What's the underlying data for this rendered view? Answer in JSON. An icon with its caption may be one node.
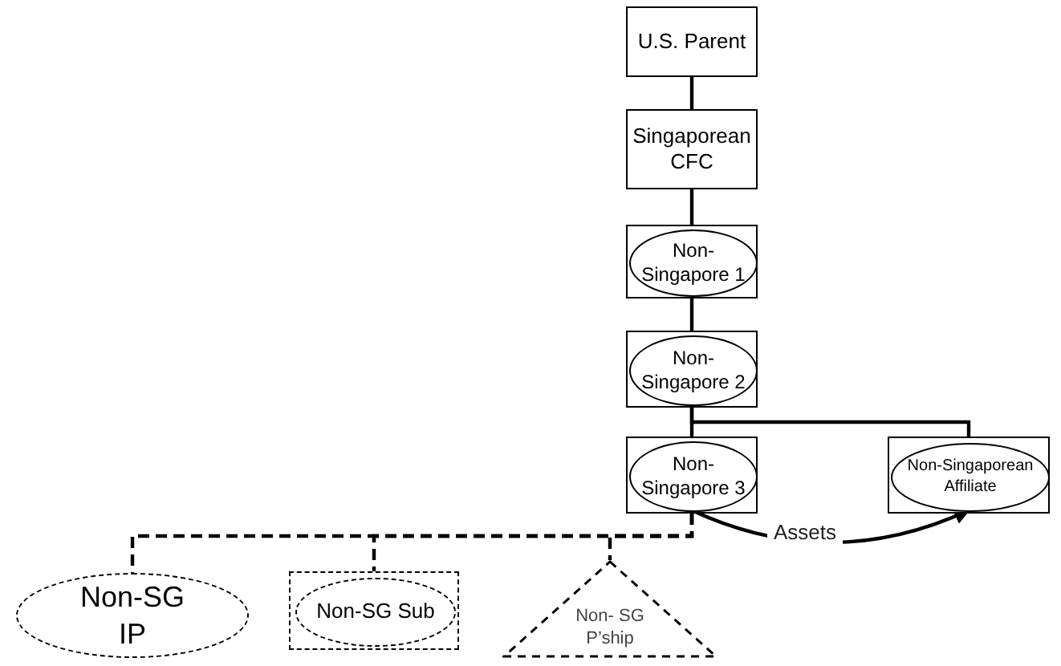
{
  "diagram": {
    "nodes": [
      {
        "text": [
          "U.S. Parent"
        ]
      },
      {
        "text": [
          "Singaporean CFC"
        ]
      },
      {
        "text": [],
        "shape": "box"
      },
      {
        "text": [
          "Non- Singapore 1"
        ],
        "in": 2
      },
      {
        "text": [],
        "shape": "box"
      },
      {
        "text": [
          "Non- Singapore 2"
        ],
        "in": 4
      },
      {
        "text": [],
        "shape": "box"
      },
      {
        "text": [
          "Non- Singapore 3"
        ],
        "in": 6
      },
      {
        "text": [],
        "shape": "box"
      },
      {
        "text": [
          "Non-Singaporean Affiliate"
        ],
        "in": 8
      },
      {
        "text": [
          "Non-SG IP"
        ]
      },
      {
        "text": [],
        "shape": "box"
      },
      {
        "text": [
          "Non-SG Sub"
        ],
        "in": 11
      },
      {
        "text": [
          "Non- SG P’ship"
        ]
      }
    ],
    "edges": [
      {
        "from": 0,
        "to": 1,
        "arrow": "none"
      },
      {
        "from": 1,
        "to": 2,
        "arrow": "none"
      },
      {
        "from": 2,
        "to": 4,
        "arrow": "none"
      },
      {
        "from": 4,
        "to": 6,
        "arrow": "none"
      },
      {
        "from": 4,
        "to": 8,
        "arrow": "none"
      },
      {
        "from": 6,
        "to": 10,
        "arrow": "none",
        "style": "dashed"
      },
      {
        "from": 6,
        "to": 11,
        "arrow": "none",
        "style": "dashed"
      },
      {
        "from": 6,
        "to": 13,
        "arrow": "none",
        "style": "dashed"
      },
      {
        "from": 7,
        "to": 9,
        "arrow": "to",
        "label": "Assets"
      }
    ]
  }
}
